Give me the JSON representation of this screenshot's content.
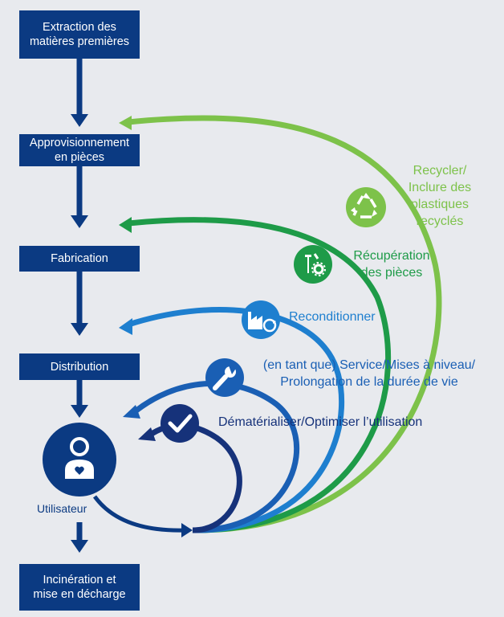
{
  "boxes": [
    {
      "id": "extraction",
      "label": "Extraction des\nmatières premières"
    },
    {
      "id": "sourcing",
      "label": "Approvisionnement\nen pièces"
    },
    {
      "id": "manufacturing",
      "label": "Fabrication"
    },
    {
      "id": "distribution",
      "label": "Distribution"
    },
    {
      "id": "end-of-life",
      "label": "Incinération et\nmise en décharge"
    }
  ],
  "user_label": "Utilisateur",
  "loops": [
    {
      "id": "recycle",
      "label": "Recycler/\nInclure des\nplastiques\nrecyclés",
      "color": "#7dc24a",
      "icon": "recycle-icon"
    },
    {
      "id": "parts",
      "label": "Récupération\ndes pièces",
      "color": "#1e9b48",
      "icon": "tools-gear-icon"
    },
    {
      "id": "refurbish",
      "label": "Reconditionner",
      "color": "#1e7fcf",
      "icon": "factory-refresh-icon"
    },
    {
      "id": "service",
      "label": "(en tant que) Service/Mises à niveau/\nProlongation de la durée de vie",
      "color": "#1a5fb4",
      "icon": "wrench-icon"
    },
    {
      "id": "dematerialize",
      "label": "Dématérialiser/Optimiser l’utilisation",
      "color": "#16327a",
      "icon": "checkmark-icon"
    }
  ],
  "colors": {
    "box": "#0b3a82",
    "arrow": "#0b3a82",
    "background": "#e8eaee"
  }
}
